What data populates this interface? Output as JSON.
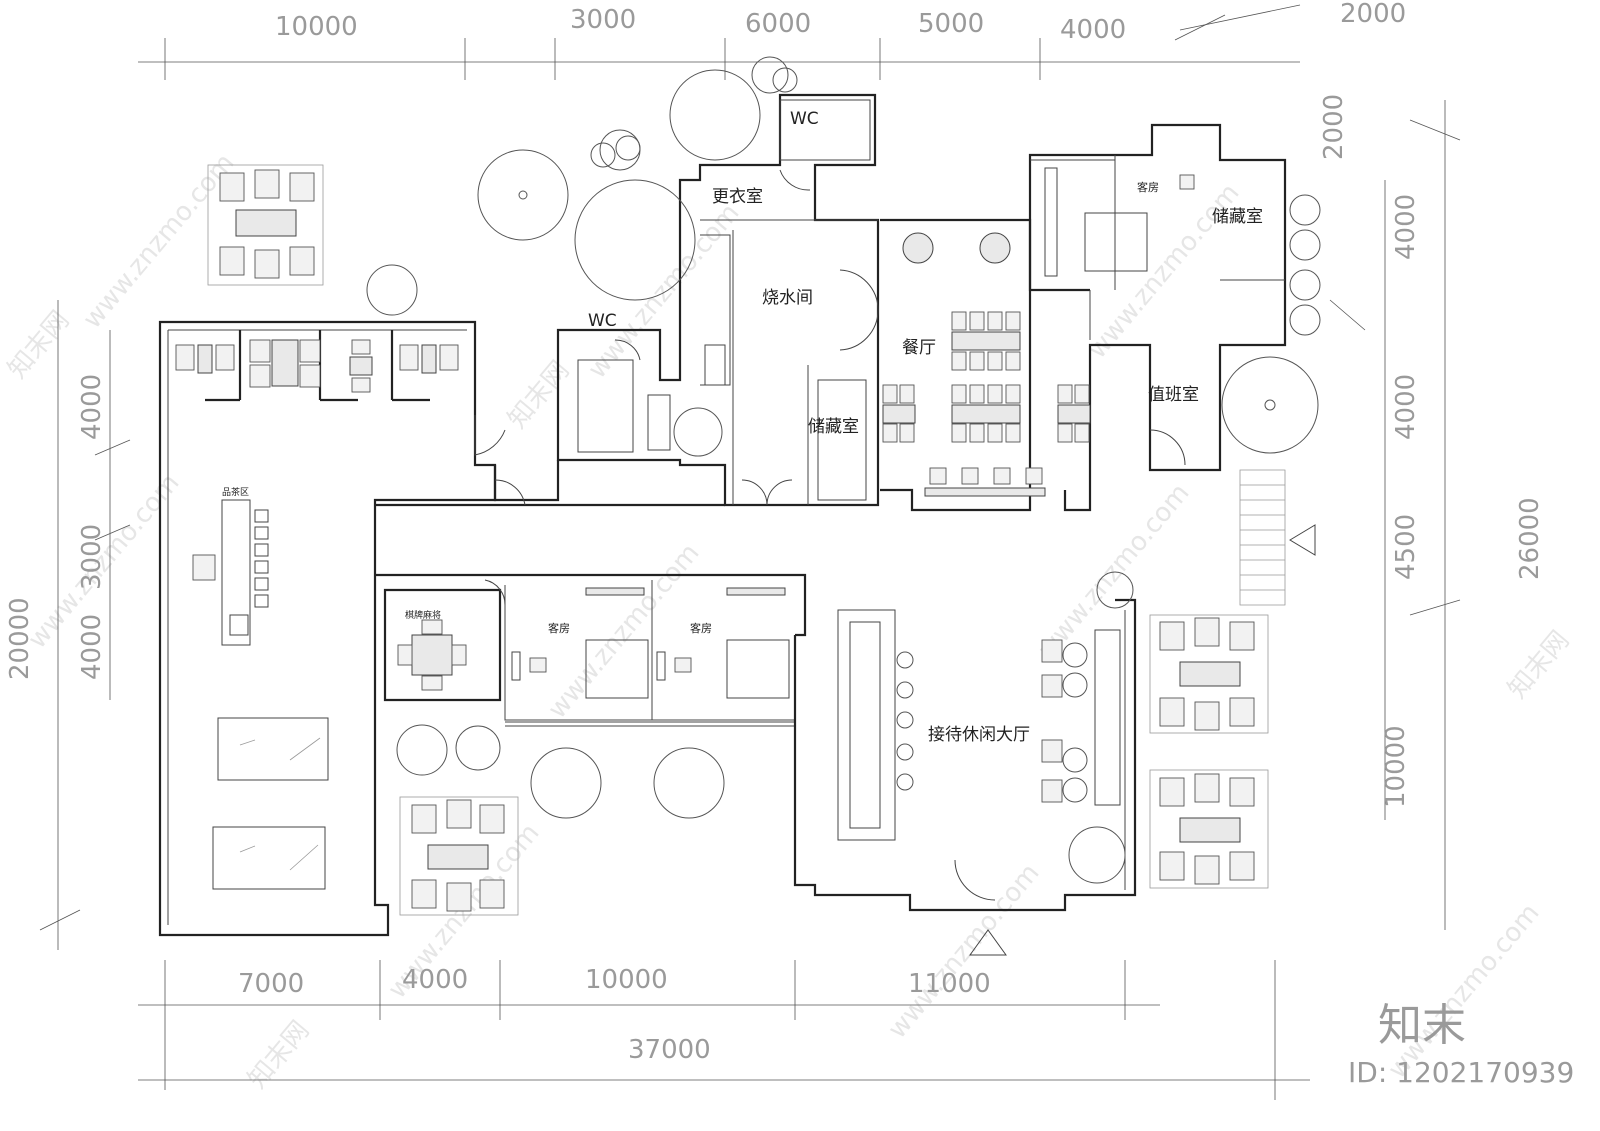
{
  "dimensions": {
    "top": [
      "10000",
      "3000",
      "6000",
      "5000",
      "4000",
      "2000"
    ],
    "bottom": [
      "7000",
      "4000",
      "10000",
      "11000"
    ],
    "bottom_total": "37000",
    "left": [
      "20000",
      "4000",
      "3000",
      "4000"
    ],
    "right_inner": [
      "2000",
      "4000",
      "4000",
      "4500",
      "10000"
    ],
    "right_total": "26000"
  },
  "rooms": {
    "changing_room": "更衣室",
    "wc_top": "WC",
    "wc_mid": "WC",
    "boiler_room": "烧水间",
    "storage_mid": "储藏室",
    "dining_hall": "餐厅",
    "guest_room_top": "客房",
    "storage_right": "储藏室",
    "duty_room": "值班室",
    "tea_area": "品茶区",
    "mahjong_room": "棋牌麻将",
    "guest_room_a": "客房",
    "guest_room_b": "客房",
    "reception_lounge": "接待休闲大厅"
  },
  "watermark": {
    "site": "www.znzmo.com",
    "cn_brand": "知末网",
    "brand": "知末",
    "id": "ID: 1202170939"
  }
}
